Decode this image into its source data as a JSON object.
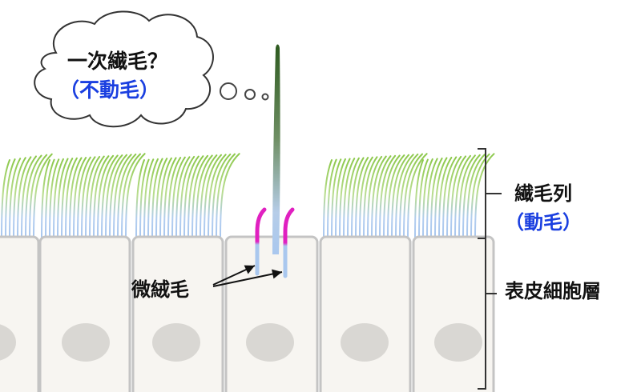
{
  "thought": {
    "line1": "一次繊毛？",
    "line2": "（不動毛）"
  },
  "labels": {
    "cilia_row": "繊毛列",
    "motile": "（動毛）",
    "epithelium": "表皮細胞層",
    "microvilli": "微絨毛"
  },
  "colors": {
    "cilia_tip": "#8cc84b",
    "cilia_base": "#a9c7ee",
    "primary_cilium": "#2d5a1f",
    "microvilli_tip": "#e020c0",
    "cell_border": "#c4c4c4",
    "cell_fill": "#f7f5f1",
    "nucleus": "#d9d7d3",
    "label_blue": "#1a3fe0",
    "text": "#111111"
  }
}
